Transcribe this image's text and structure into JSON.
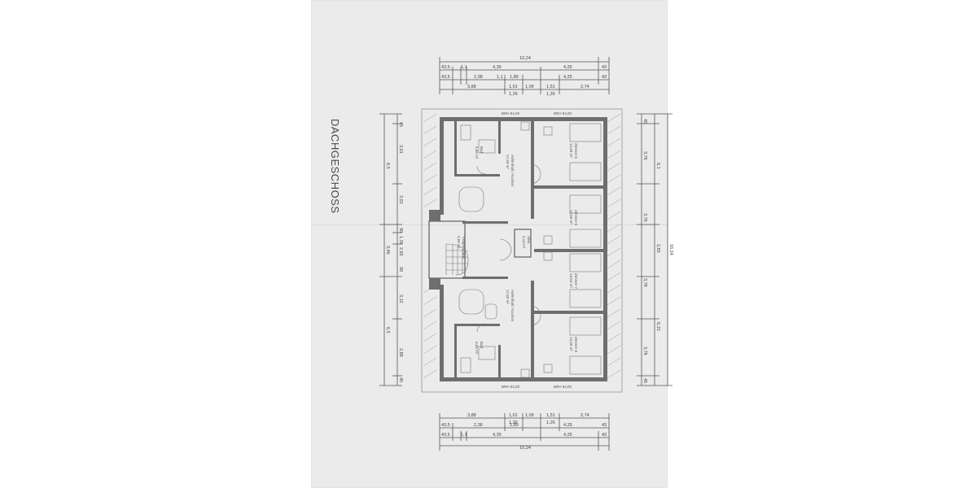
{
  "sheet_title": "DACHGESCHOSS",
  "dims_top": {
    "row1": [
      "43,5",
      "1,1",
      "4,39",
      "4,25",
      "43"
    ],
    "row1_total": "10,24",
    "row2": [
      "43,5",
      "2,38",
      "1,1",
      "1,89",
      "4,25",
      "43"
    ],
    "row3": [
      "3,88",
      "1,01",
      "1,09",
      "1,51",
      "2,74"
    ],
    "row3_sub": [
      "1,26",
      "1,26"
    ]
  },
  "dims_bottom": {
    "row3": [
      "3,88",
      "1,01",
      "1,09",
      "1,51",
      "2,74"
    ],
    "row3_sub": [
      "1,26",
      "1,26"
    ],
    "row2": [
      "43,5",
      "2,38",
      "1,89",
      "4,25",
      "43"
    ],
    "row1": [
      "43,5",
      "1,1",
      "4,39",
      "4,25",
      "43"
    ],
    "row1_total": "10,24"
  },
  "dims_left": [
    "45",
    "3,01",
    "6,5",
    "3,01",
    "90",
    "1,35",
    "2,65",
    "3,46",
    "90",
    "3,12",
    "6,5",
    "2,88",
    "45"
  ],
  "dims_right": [
    "45",
    "3,76",
    "6,1",
    "3,76",
    "2,65",
    "16,24",
    "3,76",
    "6,15",
    "3,76",
    "45"
  ],
  "rooms": [
    {
      "name": "Bad",
      "area": "5,06 m²"
    },
    {
      "name": "Aufenthalt / Kochen",
      "area": "17,93 m²"
    },
    {
      "name": "Zimmer 5",
      "area": "12,69 m²"
    },
    {
      "name": "Zimmer 6",
      "area": "13,60 m²"
    },
    {
      "name": "Treppen-haus",
      "area": "4,59 m²"
    },
    {
      "name": "Abst.",
      "area": "4,13 m²"
    },
    {
      "name": "Zimmer 7",
      "area": "13,54 m²"
    },
    {
      "name": "Aufenthalt / Kochen",
      "area": "17,83 m²"
    },
    {
      "name": "Bad",
      "area": "5,06 m²"
    },
    {
      "name": "Zimmer 8",
      "area": "12,69 m²"
    }
  ],
  "labels": {
    "brh_top1": "BRH 94,00",
    "brh_top2": "BRH 94,00",
    "brh_bottom1": "BRH 94,00",
    "brh_bottom2": "BRH 94,00"
  }
}
